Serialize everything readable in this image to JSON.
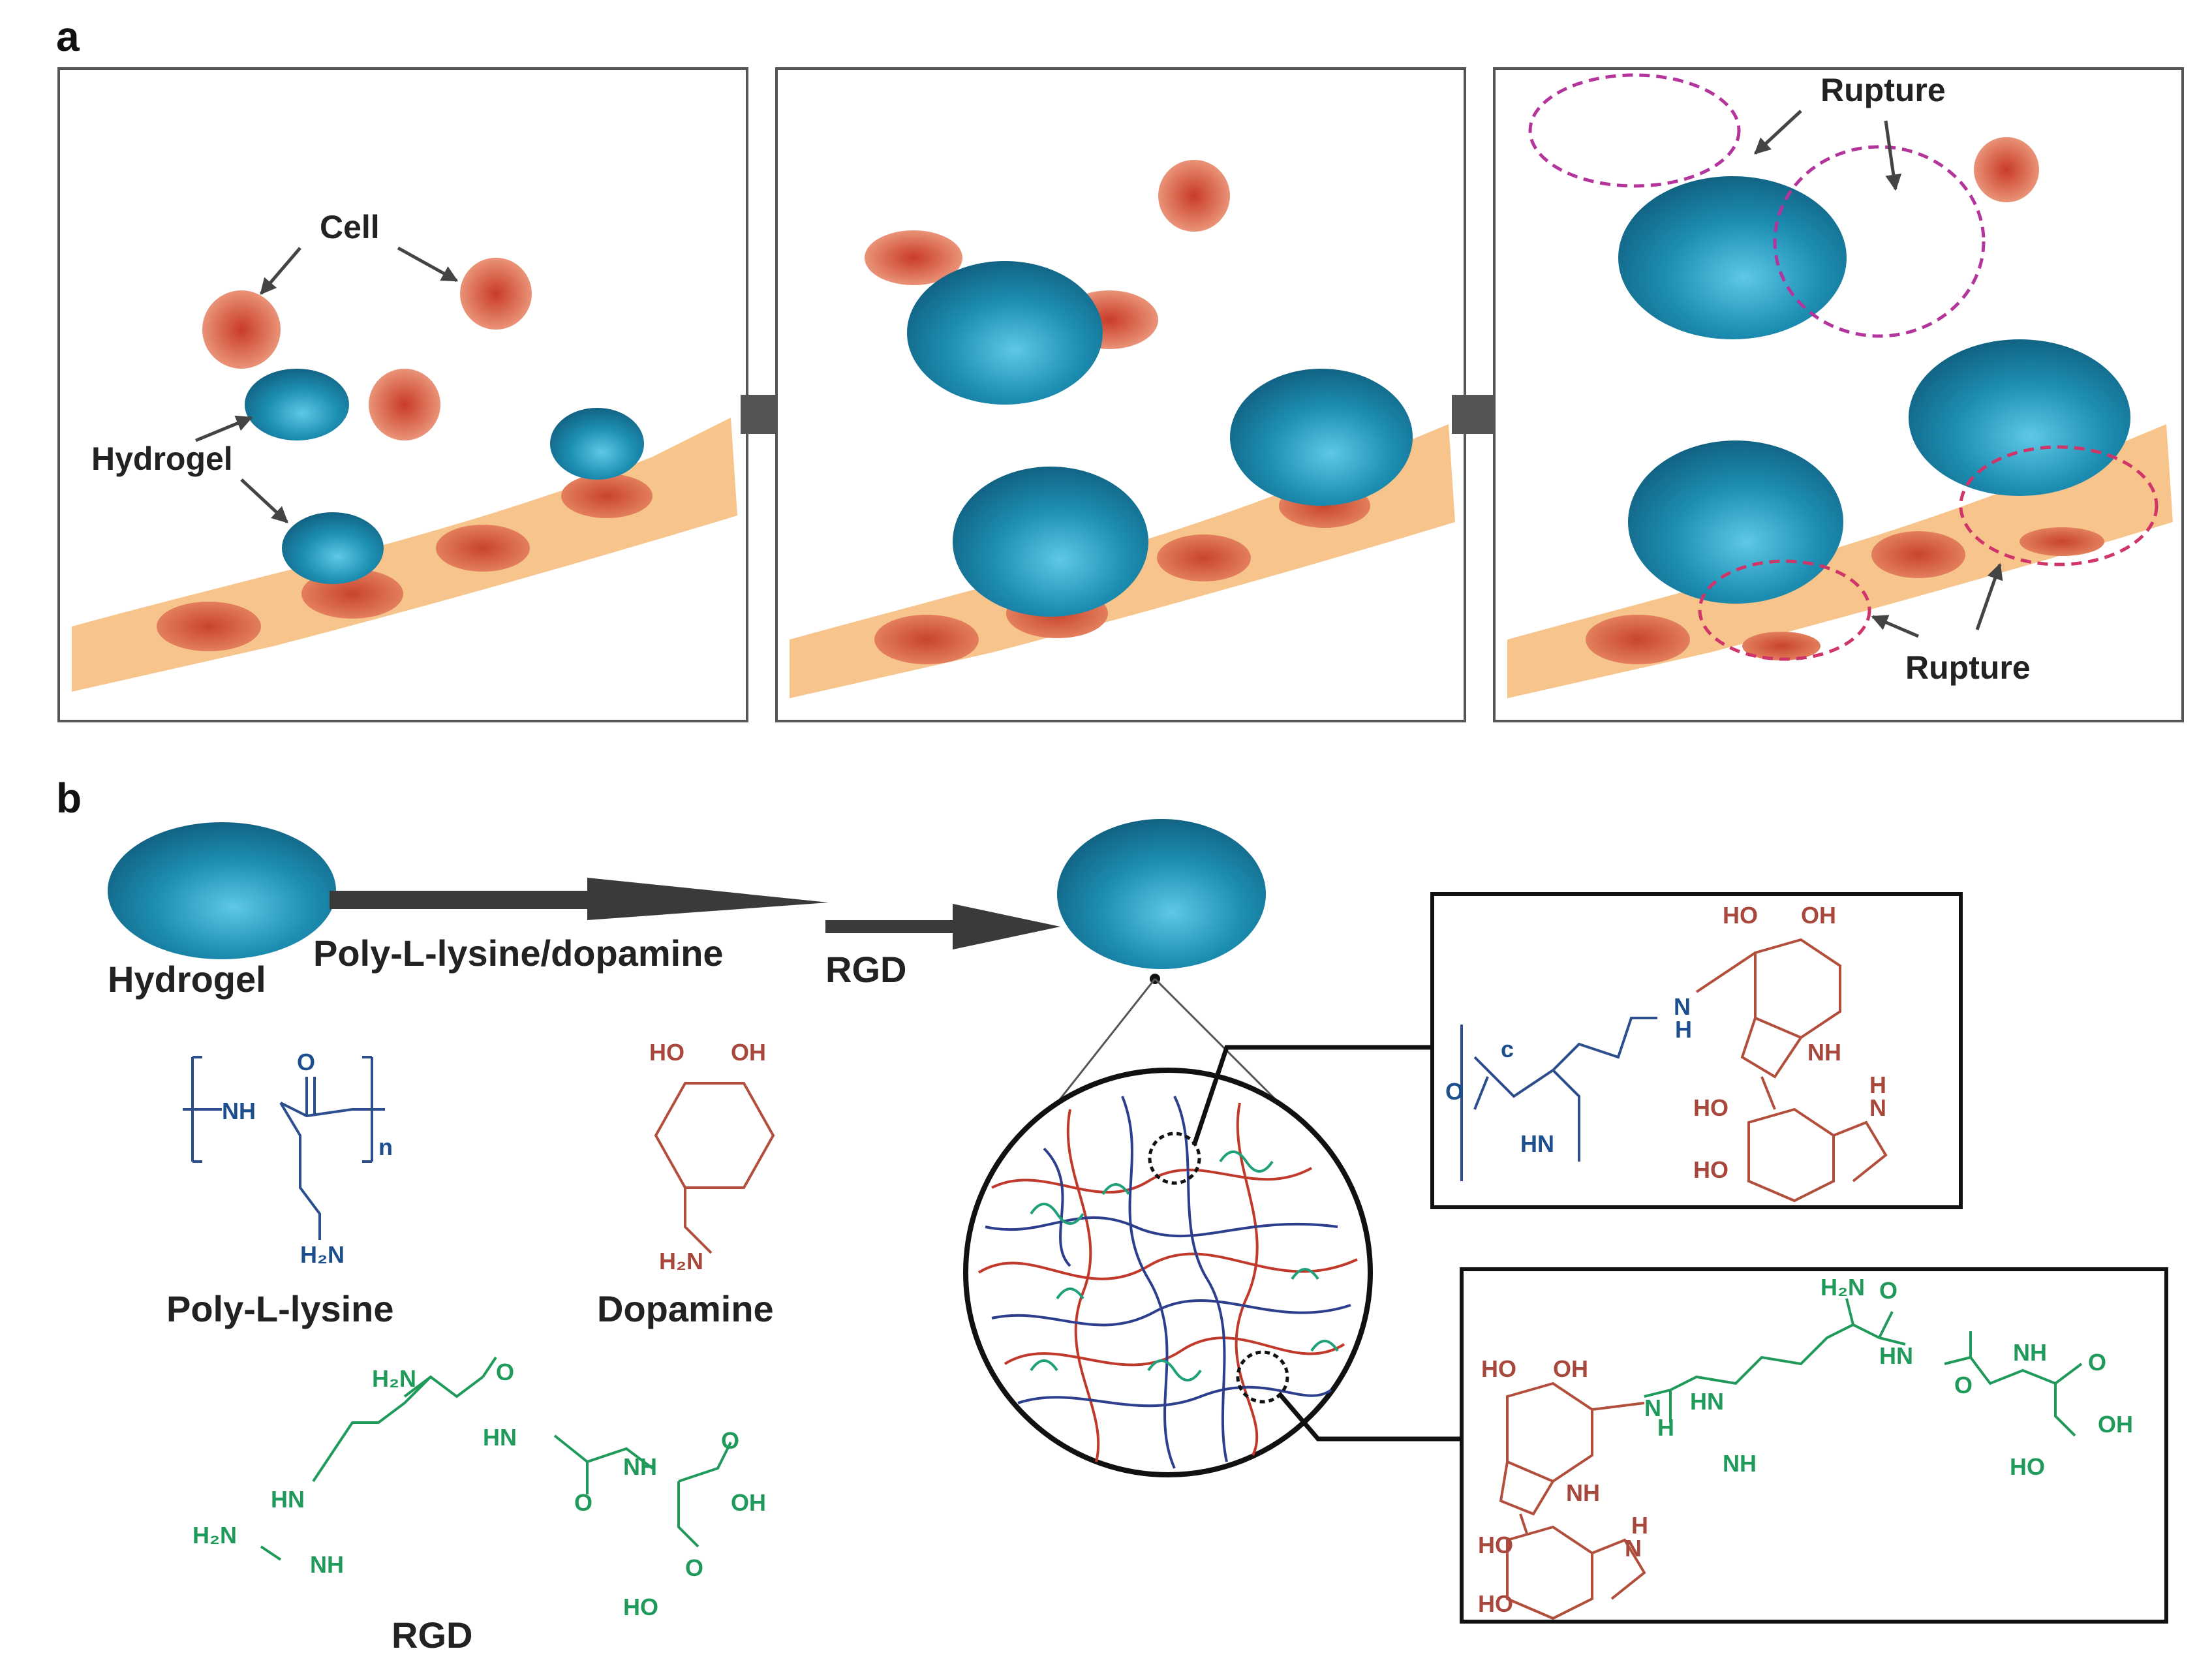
{
  "panel_a": {
    "letter": "a",
    "labels": {
      "cell": "Cell",
      "hydrogel": "Hydrogel",
      "rupture_top": "Rupture",
      "rupture_bottom": "Rupture"
    }
  },
  "panel_b": {
    "letter": "b",
    "hydrogel": "Hydrogel",
    "step1": "Poly-L-lysine/dopamine",
    "step2": "RGD",
    "pll": {
      "caption": "Poly-L-lysine",
      "nh": "NH",
      "o": "O",
      "n": "n",
      "h2n": "H₂N"
    },
    "dopamine": {
      "caption": "Dopamine",
      "ho": "HO",
      "oh": "OH",
      "h2n": "H₂N"
    },
    "rgd": {
      "caption": "RGD",
      "h2n": "H₂N",
      "o1": "O",
      "hn1": "HN",
      "nh1": "NH",
      "o2": "O",
      "oh": "OH",
      "hn2": "HN",
      "h2n2": "H₂N",
      "nh2": "NH",
      "o3": "O",
      "ho": "HO"
    },
    "box1": {
      "ho1": "HO",
      "oh1": "OH",
      "nh_h": "N",
      "h": "H",
      "nh": "NH",
      "c": "c",
      "o": "O",
      "hn": "HN",
      "ho2": "HO",
      "h2": "H",
      "n2": "N",
      "ho3": "HO"
    },
    "box2": {
      "h2n": "H₂N",
      "o1": "O",
      "hn": "HN",
      "o2": "O",
      "nh": "NH",
      "o3": "O",
      "oh": "OH",
      "ho_a": "HO",
      "oh_a": "OH",
      "hn_g": "HN",
      "h": "H",
      "n": "N",
      "nh_g": "NH",
      "nh_ring": "NH",
      "ho_b": "HO",
      "h_b": "H",
      "n_b": "N",
      "ho_c": "HO",
      "ho_acid": "HO"
    }
  }
}
